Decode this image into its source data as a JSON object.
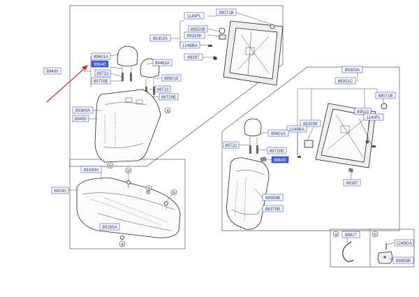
{
  "colors": {
    "label_border": "#3a4fb8",
    "label_text": "#1a2a6c",
    "highlight_fill": "#3f5de0",
    "callout_arrow": "#e02020"
  },
  "labels": {
    "l89400": "89400",
    "l89601A_top": "89601A",
    "l89640_top": "89640",
    "l89462A": "89462A",
    "l89722_a": "89722",
    "l89720E_a": "89720E",
    "l89601E": "89601E",
    "l89722_b": "89722",
    "l89720E_b": "89720E",
    "l89380A": "89380A",
    "l89450": "89450",
    "l1140FL_top": "1140FL",
    "l89071B_top": "89071B",
    "l89520B": "89520B",
    "l89320K_top": "89320K",
    "l89302A": "89302A",
    "l1249BA_top": "1249BA",
    "l89397_top": "89397",
    "l89160H": "89160H",
    "l89100": "89100",
    "l89150A": "89150A",
    "l89300A": "89300A",
    "l89301C": "89301C",
    "l89071B_r": "89071B",
    "l89510": "89510",
    "l1140FL_r": "1140FL",
    "l89320K_r": "89320K",
    "l1249BA_r": "1249BA",
    "l89601A_r": "89601A",
    "l89722_r": "89722",
    "l89720E_r": "89720E",
    "l89640_r": "89640",
    "l89397_r": "89397",
    "l89550B": "89550B",
    "l88370B": "88370B",
    "l88827": "88827",
    "l1249GA": "1249GA",
    "l89855B": "89855B"
  },
  "callouts": {
    "a": "a",
    "b": "b"
  }
}
